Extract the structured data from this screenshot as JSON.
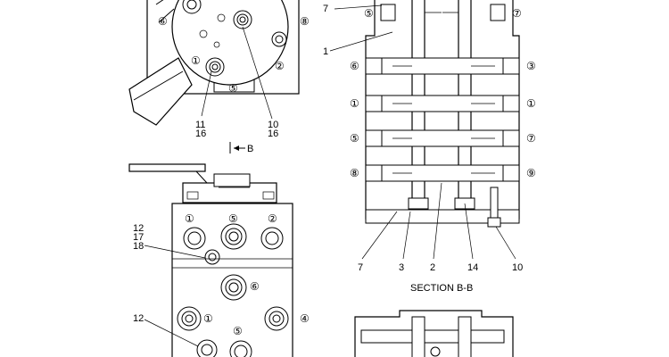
{
  "labels": {
    "l_11_16_a": "11",
    "l_11_16_b": "16",
    "l_10_16_a": "10",
    "l_10_16_b": "16",
    "section_mark": "B",
    "left_12_17_18_a": "12",
    "left_12_17_18_b": "17",
    "left_12_17_18_c": "18",
    "left_12_bottom": "12",
    "r_7_top": "7",
    "r_1": "1",
    "r_7_bottom": "7",
    "r_3": "3",
    "r_2": "2",
    "r_14": "14",
    "r_10": "10",
    "section_caption": "SECTION  B-B"
  },
  "circled": {
    "top_6": "⑥",
    "top_8": "⑧",
    "top_1": "①",
    "top_2": "②",
    "top_5": "⑤",
    "mid_1": "①",
    "mid_5": "⑤",
    "mid_2": "②",
    "mid_6": "⑥",
    "mid_1b": "①",
    "mid_4": "④",
    "mid_5b": "⑤",
    "sec_5": "⑤",
    "sec_7a": "⑦",
    "sec_6": "⑥",
    "sec_3": "③",
    "sec_1l": "①",
    "sec_1r": "①",
    "sec_5l": "⑤",
    "sec_7r": "⑦",
    "sec_8": "⑧",
    "sec_9": "⑨"
  }
}
